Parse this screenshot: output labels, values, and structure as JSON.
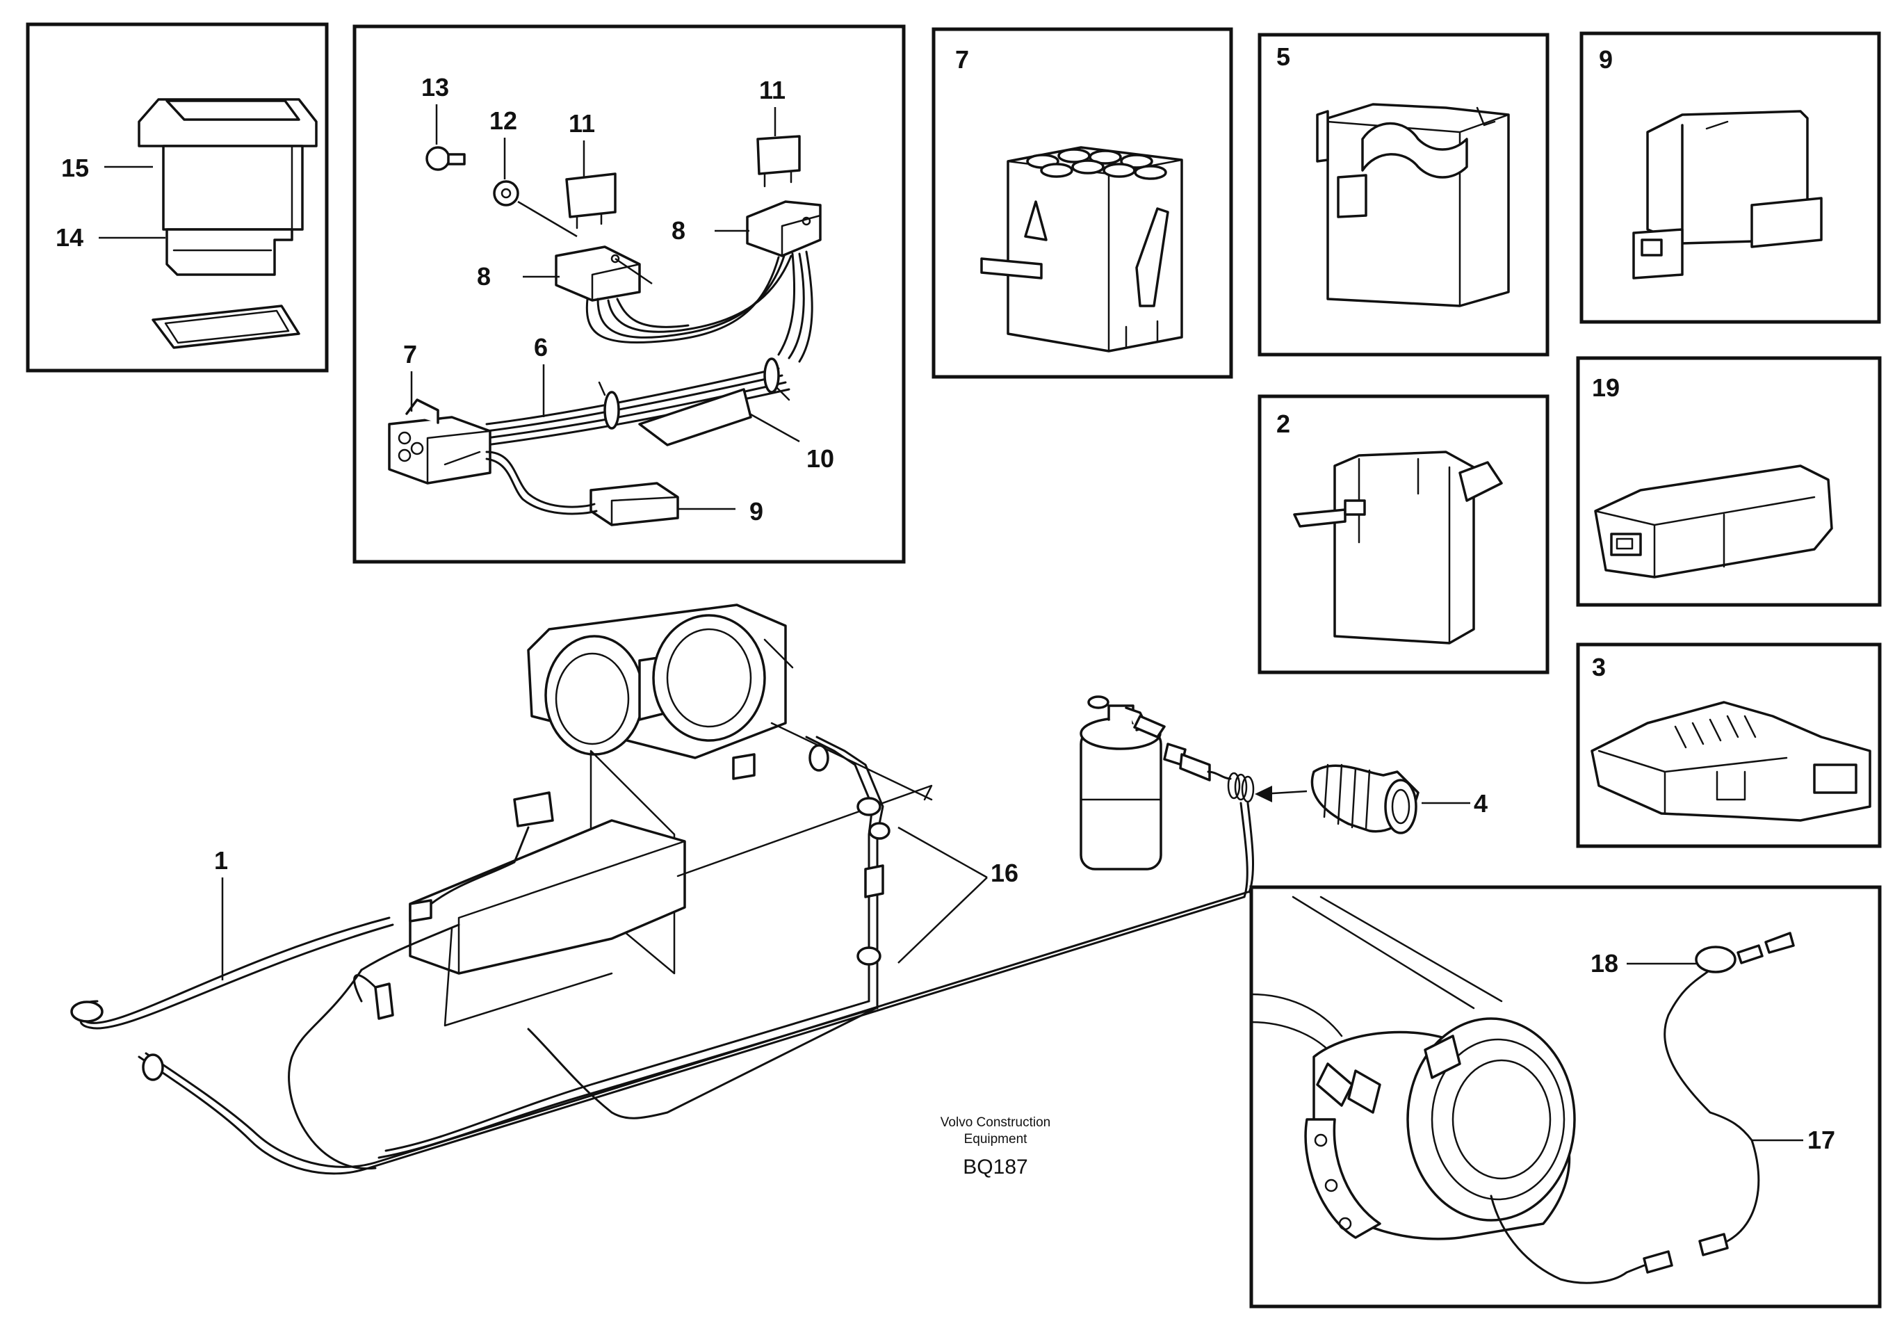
{
  "callouts": {
    "panel_switch": {
      "c15": "15",
      "c14": "14"
    },
    "panel_harness": {
      "c13": "13",
      "c12": "12",
      "c11a": "11",
      "c11b": "11",
      "c8a": "8",
      "c8b": "8",
      "c7": "7",
      "c6": "6",
      "c10": "10",
      "c9": "9"
    },
    "panel_7": {
      "label": "7"
    },
    "panel_5": {
      "label": "5"
    },
    "panel_9": {
      "label": "9"
    },
    "panel_2": {
      "label": "2"
    },
    "panel_19": {
      "label": "19"
    },
    "panel_3": {
      "label": "3"
    },
    "main": {
      "c1": "1",
      "c16": "16",
      "c4": "4"
    },
    "panel_compressor": {
      "c18": "18",
      "c17": "17"
    }
  },
  "credit": {
    "line1": "Volvo Construction",
    "line2": "Equipment",
    "code": "BQ187"
  }
}
